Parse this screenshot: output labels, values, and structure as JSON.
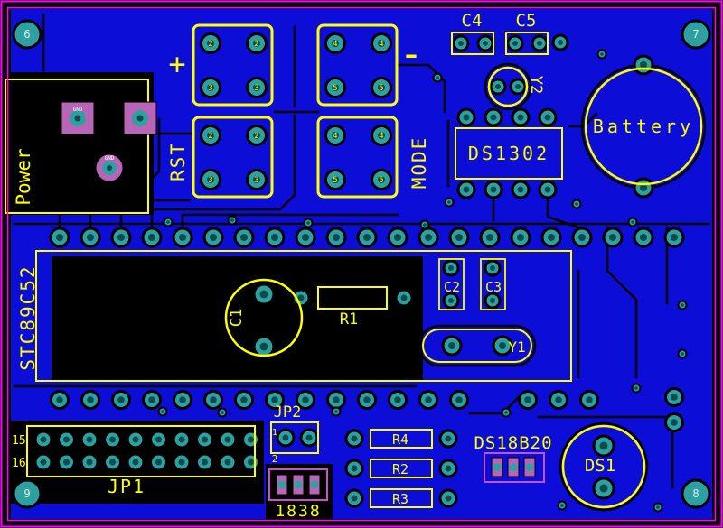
{
  "board": {
    "mounting_pads": {
      "top_left": "6",
      "top_right": "7",
      "bottom_left": "9",
      "bottom_right": "8"
    },
    "components": {
      "power": {
        "label": "Power",
        "pad_labels": [
          "GND",
          "GND"
        ]
      },
      "btn_plus": {
        "label": "+",
        "pad_numbers": [
          "2",
          "2",
          "3",
          "3"
        ]
      },
      "btn_minus": {
        "label": "-",
        "pad_numbers": [
          "4",
          "4",
          "5",
          "5"
        ]
      },
      "btn_rst": {
        "label": "RST",
        "pad_numbers": [
          "2",
          "2",
          "3",
          "3"
        ]
      },
      "btn_mode": {
        "label": "MODE",
        "pad_numbers": [
          "4",
          "4",
          "5",
          "5"
        ]
      },
      "c4": {
        "label": "C4"
      },
      "c5": {
        "label": "C5"
      },
      "y2": {
        "label": "Y2"
      },
      "ds1302": {
        "label": "DS1302"
      },
      "battery": {
        "label": "Battery"
      },
      "mcu": {
        "label": "STC89C52"
      },
      "c1": {
        "label": "C1"
      },
      "r1": {
        "label": "R1"
      },
      "c2": {
        "label": "C2"
      },
      "c3": {
        "label": "C3"
      },
      "y1": {
        "label": "Y1"
      },
      "jp1": {
        "label": "JP1",
        "pin_labels": [
          "15",
          "16"
        ]
      },
      "jp2": {
        "label": "JP2",
        "pin_labels": [
          "1",
          "2"
        ]
      },
      "r4": {
        "label": "R4"
      },
      "r2": {
        "label": "R2"
      },
      "r3": {
        "label": "R3"
      },
      "ir_receiver": {
        "label": "1838"
      },
      "ds18b20": {
        "label": "DS18B20"
      },
      "ds1": {
        "label": "DS1"
      }
    },
    "colors": {
      "copper": "#0d0dd8",
      "silkscreen": "#ffff00",
      "board_outline": "#ff00ff",
      "pad_teal": "#2fa0a0",
      "pad_hole": "#0b4d4d",
      "pad_purple": "#b865b8",
      "component_outline_magenta": "#cc4fcc",
      "background": "#000000"
    }
  }
}
